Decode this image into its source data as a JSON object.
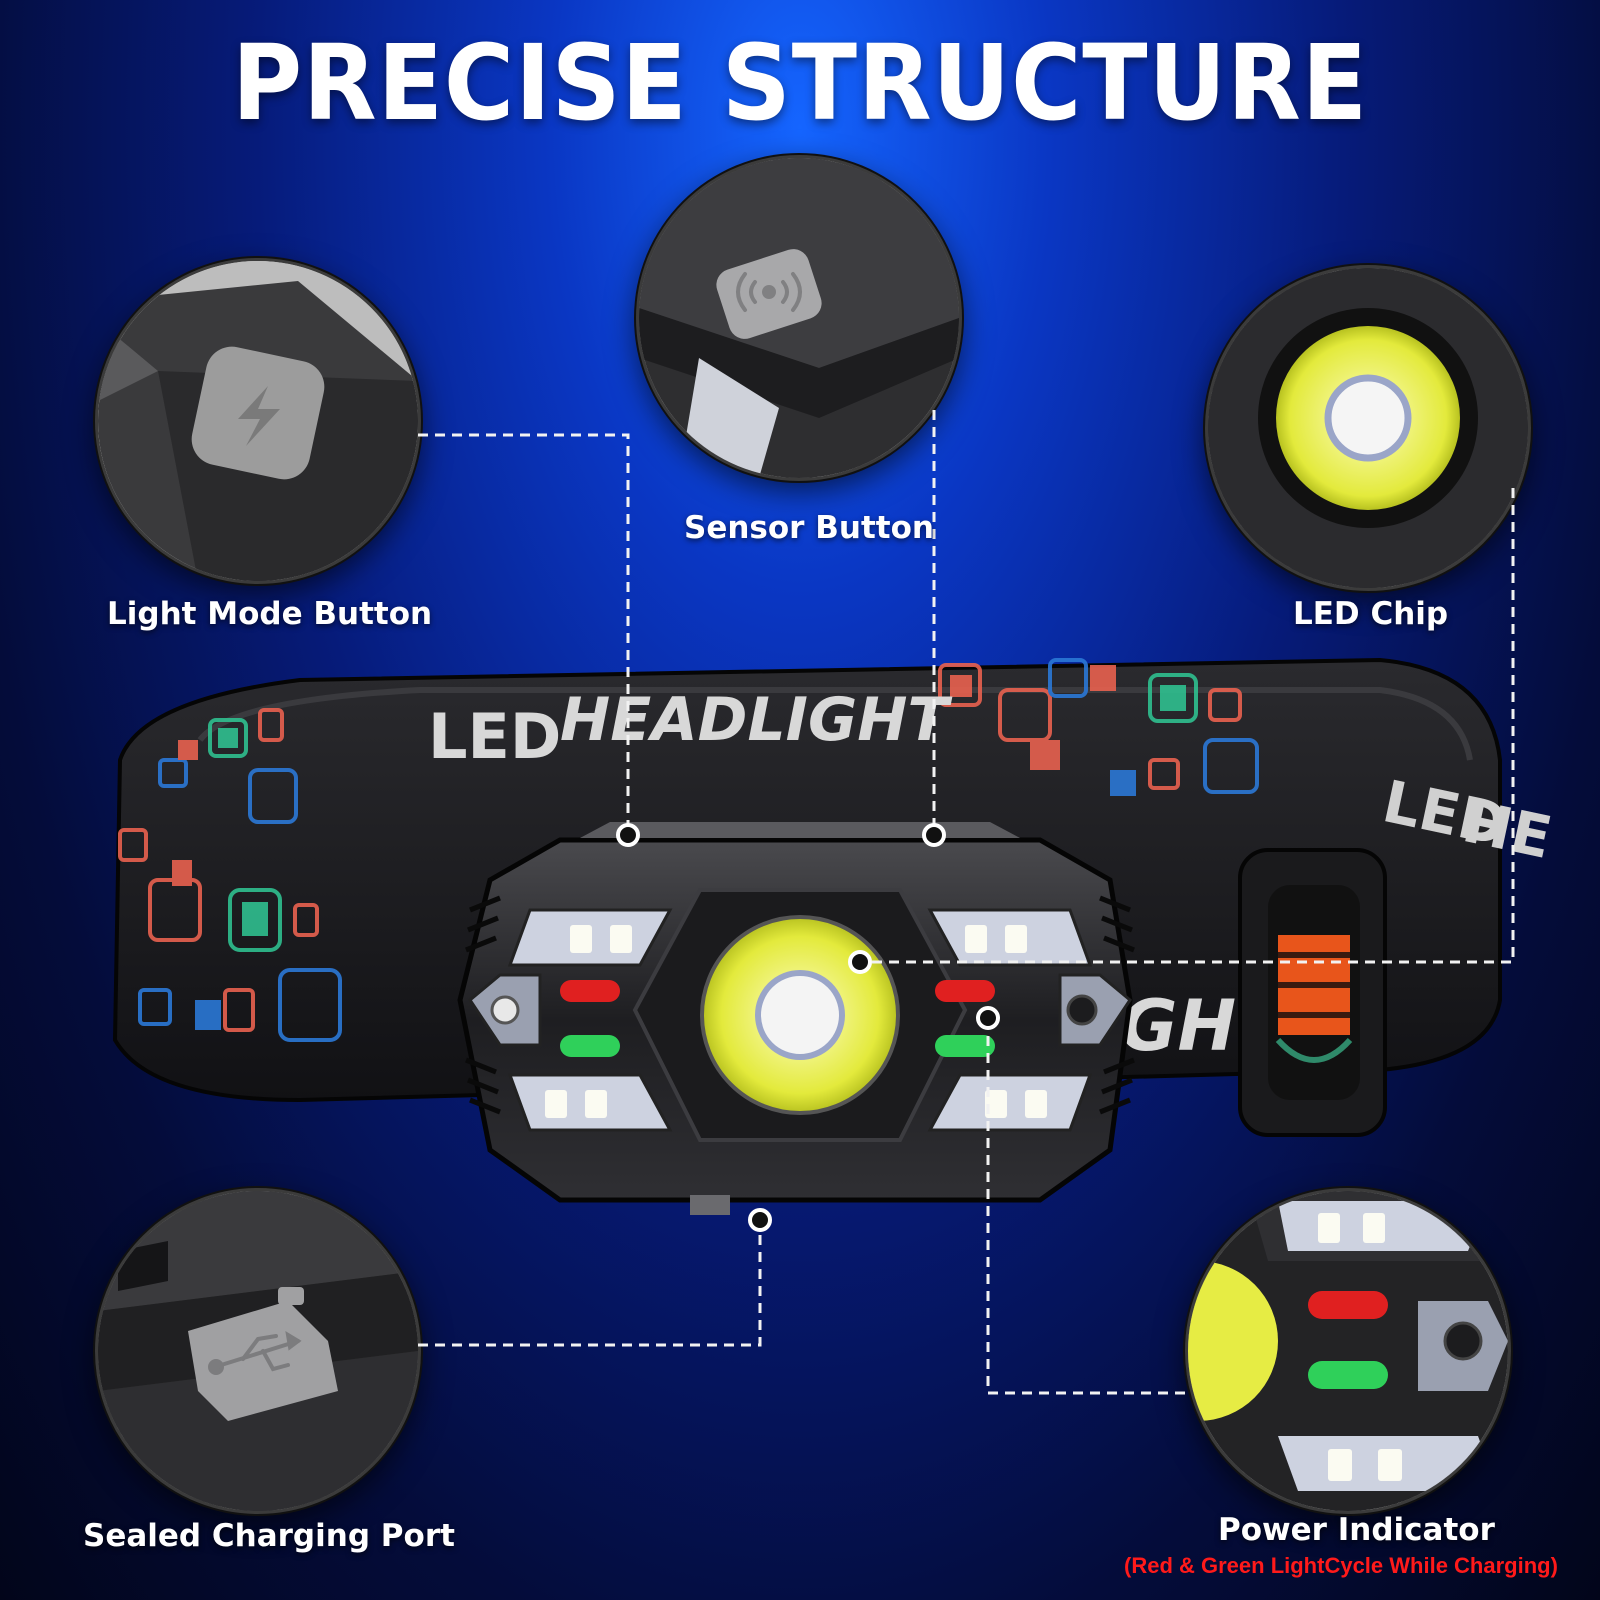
{
  "title": "PRECISE STRUCTURE",
  "band": {
    "text_led": "LED",
    "text_headlight": "HEADLIGHT",
    "text_led_right": "LED",
    "text_he_right": "HE",
    "text_ght": "GHT"
  },
  "callouts": {
    "light_mode_button": "Light Mode Button",
    "sensor_button": "Sensor Button",
    "led_chip": "LED Chip",
    "sealed_charging_port": "Sealed Charging Port",
    "power_indicator": "Power Indicator",
    "power_indicator_note": "(Red & Green LightCycle While Charging)"
  },
  "colors": {
    "accent_red": "#ff1a1a",
    "led_yellow": "#e8f04a",
    "indicator_red": "#e02020",
    "indicator_green": "#2fd05a"
  },
  "icons": {
    "light_mode_button": "lightning-icon",
    "sensor_button": "wave-sensor-icon",
    "charging_port": "usb-icon"
  }
}
